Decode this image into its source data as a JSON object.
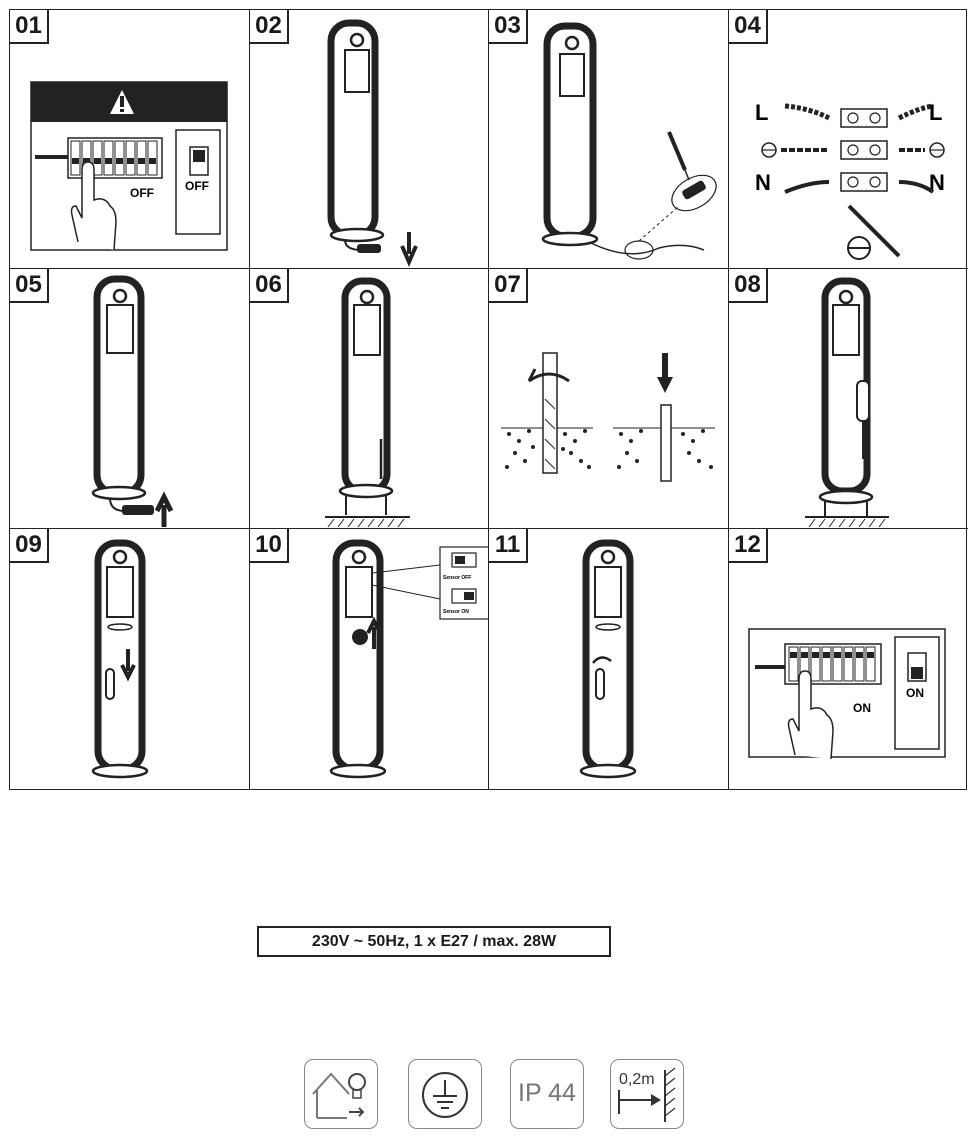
{
  "steps": [
    {
      "number": "01",
      "labels": {
        "panel_off": "OFF",
        "switch_off": "OFF"
      }
    },
    {
      "number": "02"
    },
    {
      "number": "03"
    },
    {
      "number": "04",
      "labels": {
        "live_left": "L",
        "live_right": "L",
        "neutral_left": "N",
        "neutral_right": "N"
      }
    },
    {
      "number": "05"
    },
    {
      "number": "06"
    },
    {
      "number": "07"
    },
    {
      "number": "08"
    },
    {
      "number": "09"
    },
    {
      "number": "10",
      "labels": {
        "sensor_off": "Sensor OFF",
        "sensor_on": "Sensor ON"
      }
    },
    {
      "number": "11"
    },
    {
      "number": "12",
      "labels": {
        "panel_on": "ON",
        "switch_on": "ON"
      }
    }
  ],
  "spec": "230V ~ 50Hz, 1 x E27 / max. 28W",
  "icons": [
    {
      "name": "outdoor-use-icon"
    },
    {
      "name": "protective-earth-icon"
    },
    {
      "name": "ip-rating-icon",
      "text": "IP 44"
    },
    {
      "name": "min-distance-icon",
      "text": "0,2m"
    }
  ]
}
